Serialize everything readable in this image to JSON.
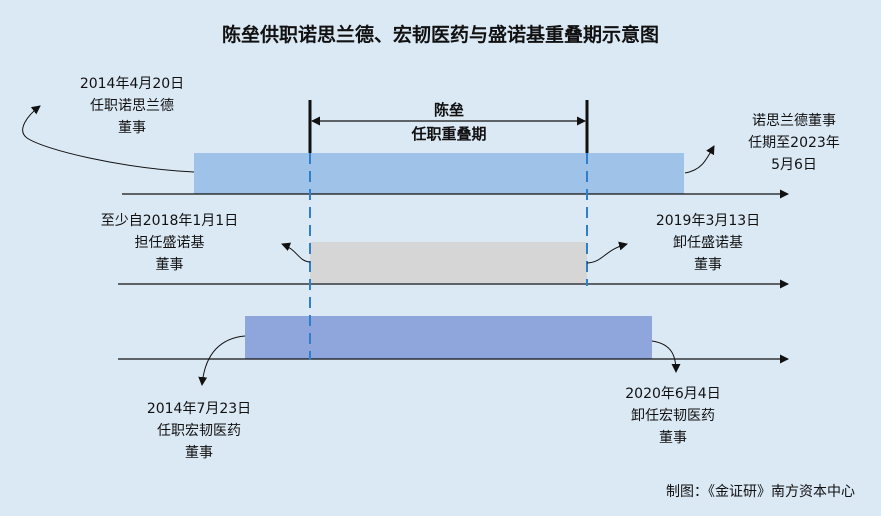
{
  "title": "陈垒供职诺思兰德、宏韧医药与盛诺基重叠期示意图",
  "overlap": {
    "line1": "陈垒",
    "line2": "任职重叠期"
  },
  "labels": {
    "nuosi_start": [
      "2014年4月20日",
      "任职诺思兰德",
      "董事"
    ],
    "nuosi_end": [
      "诺思兰德董事",
      "任期至2023年",
      "5月6日"
    ],
    "shengnuoji_start": [
      "至少自2018年1月1日",
      "担任盛诺基",
      "董事"
    ],
    "shengnuoji_end": [
      "2019年3月13日",
      "卸任盛诺基",
      "董事"
    ],
    "hongren_start": [
      "2014年7月23日",
      "任职宏韧医药",
      "董事"
    ],
    "hongren_end": [
      "2020年6月4日",
      "卸任宏韧医药",
      "董事"
    ]
  },
  "credit": "制图：《金证研》南方资本中心",
  "colors": {
    "background": "#dbe9f5",
    "bar_nuosi": "#9fc3e8",
    "bar_shengnuoji": "#d6d6d6",
    "bar_hongren": "#8ea6dc",
    "dashed_line": "#2f7fcc",
    "axis": "#111111"
  }
}
